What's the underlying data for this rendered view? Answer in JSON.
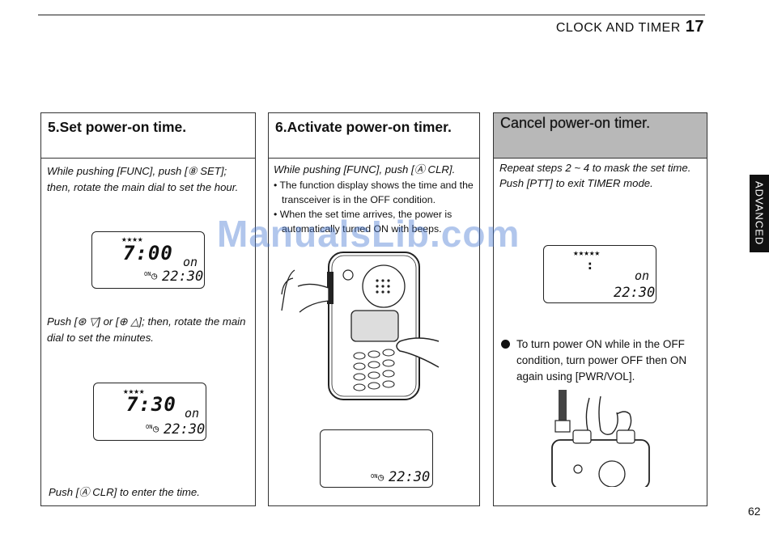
{
  "header": {
    "title": "CLOCK AND TIMER",
    "page": "17"
  },
  "side_tab": "ADVANCED",
  "page_number": "62",
  "watermark": "ManualsLib.com",
  "panels": [
    {
      "title": "5.Set power-on time.",
      "text1": "While pushing [FUNC], push [⑧ SET]; then, rotate the main dial to set the hour.",
      "lcd1": {
        "stars": "★★★★",
        "time": "7:00",
        "on": "on",
        "clock": "22:30"
      },
      "text2": "Push [⊛ ▽] or [⊕ △]; then, rotate the main dial to set the minutes.",
      "lcd2": {
        "stars": "★★★★",
        "time": "7:30",
        "on": "on",
        "clock": "22:30"
      },
      "text3": "Push [Ⓐ CLR] to enter the time."
    },
    {
      "title": "6.Activate power-on timer.",
      "text1": "While pushing [FUNC], push [Ⓐ CLR].",
      "bullets": [
        "The function display shows the time and the transceiver is in the OFF condition.",
        "When the set time arrives, the power is automatically turned ON with beeps."
      ],
      "lcd": {
        "clock": "22:30"
      }
    },
    {
      "title": "Cancel power-on timer.",
      "text1": "Repeat steps 2 ~ 4 to mask the set time. Push [PTT] to exit TIMER mode.",
      "lcd": {
        "stars": "★★★★★",
        "colon": ":",
        "on": "on",
        "clock": "22:30"
      },
      "bullet": "To turn power ON while in the OFF condition, turn power OFF then ON again using [PWR/VOL]."
    }
  ]
}
